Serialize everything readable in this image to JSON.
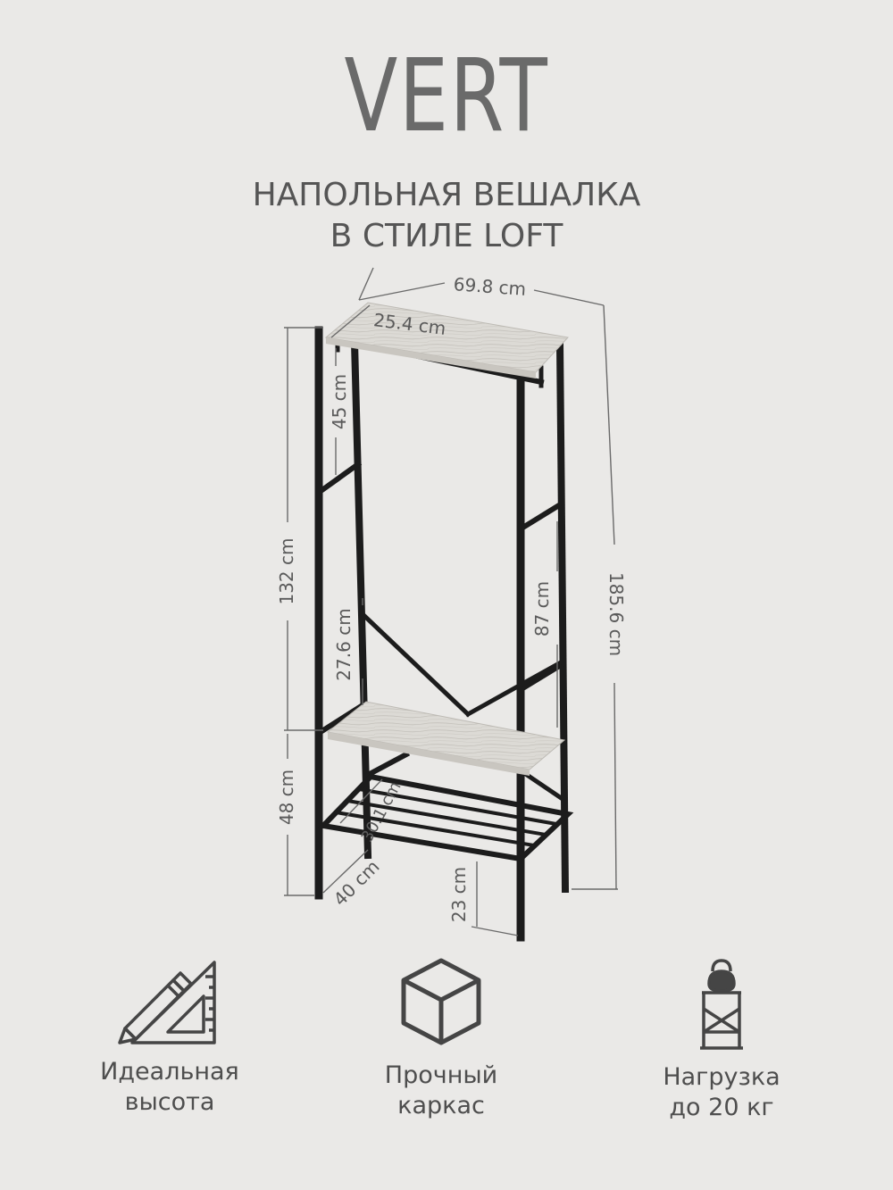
{
  "brand": "VERT",
  "subtitle": {
    "line1": "НАПОЛЬНАЯ ВЕШАЛКА",
    "line2": "В СТИЛЕ LOFT"
  },
  "dimensions": {
    "width": "69.8 cm",
    "top_depth": "25.4 cm",
    "hanger_drop": "45 cm",
    "bar_height": "132 cm",
    "total_height": "185.6 cm",
    "side_span": "87 cm",
    "shelf_gap": "27.6 cm",
    "shelf_height": "48 cm",
    "rack_depth": "30.1 cm",
    "base_depth": "40 cm",
    "bottom_clearance": "23 cm"
  },
  "features": [
    {
      "icon": "ruler-triangle-icon",
      "line1": "Идеальная",
      "line2": "высота"
    },
    {
      "icon": "cube-icon",
      "line1": "Прочный",
      "line2": "каркас"
    },
    {
      "icon": "kettlebell-stand-icon",
      "line1": "Нагрузка",
      "line2": "до 20 кг"
    }
  ],
  "colors": {
    "background": "#eae9e7",
    "frame": "#1c1c1c",
    "board": "#dcdad5",
    "text": "#555555"
  }
}
